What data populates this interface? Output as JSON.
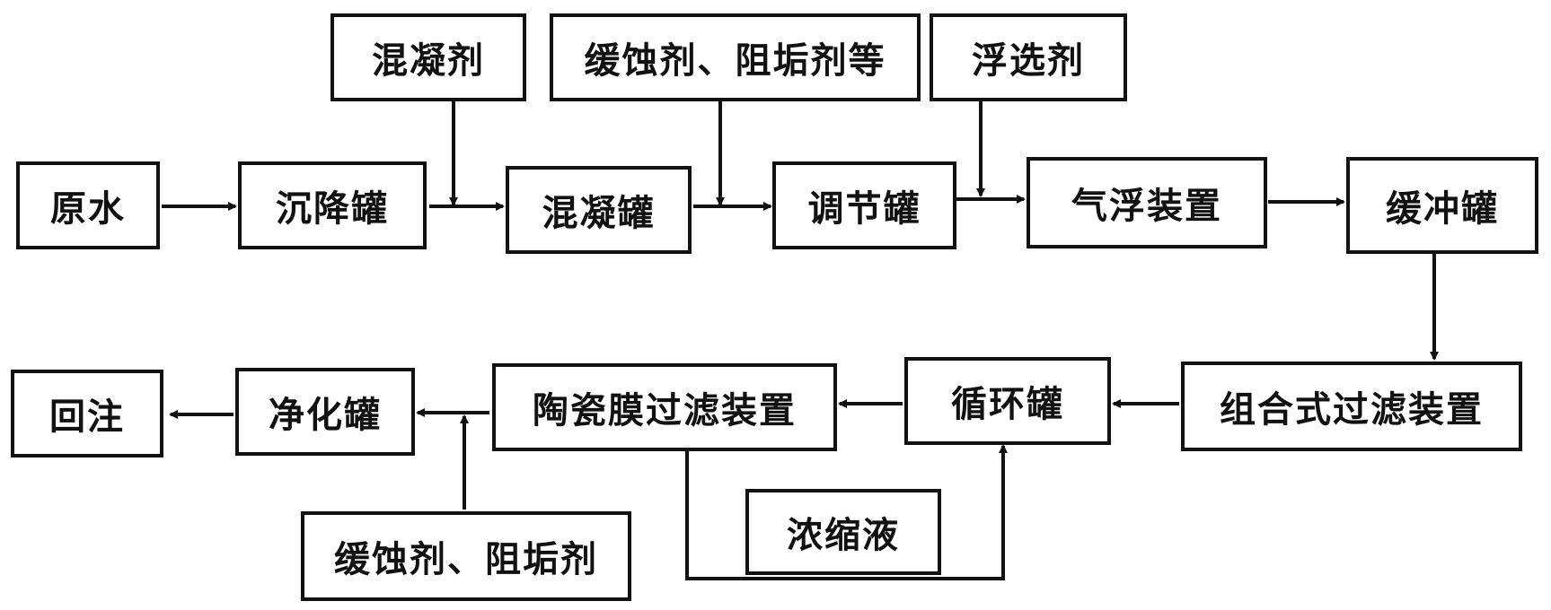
{
  "diagram": {
    "nodes": {
      "raw_water": "原水",
      "sedimentation_tank": "沉降罐",
      "coagulant": "混凝剂",
      "coagulation_tank": "混凝罐",
      "additives_top": "缓蚀剂、阻垢剂等",
      "regulating_tank": "调节罐",
      "flotation_agent": "浮选剂",
      "air_flotation_device": "气浮装置",
      "buffer_tank": "缓冲罐",
      "combined_filter_device": "组合式过滤装置",
      "circulation_tank": "循环罐",
      "ceramic_membrane_filter": "陶瓷膜过滤装置",
      "purification_tank": "净化罐",
      "reinjection": "回注",
      "additives_bottom": "缓蚀剂、阻垢剂",
      "concentrate": "浓缩液"
    },
    "colors": {
      "line": "#111111",
      "box_border": "#111111",
      "background": "#ffffff"
    }
  }
}
